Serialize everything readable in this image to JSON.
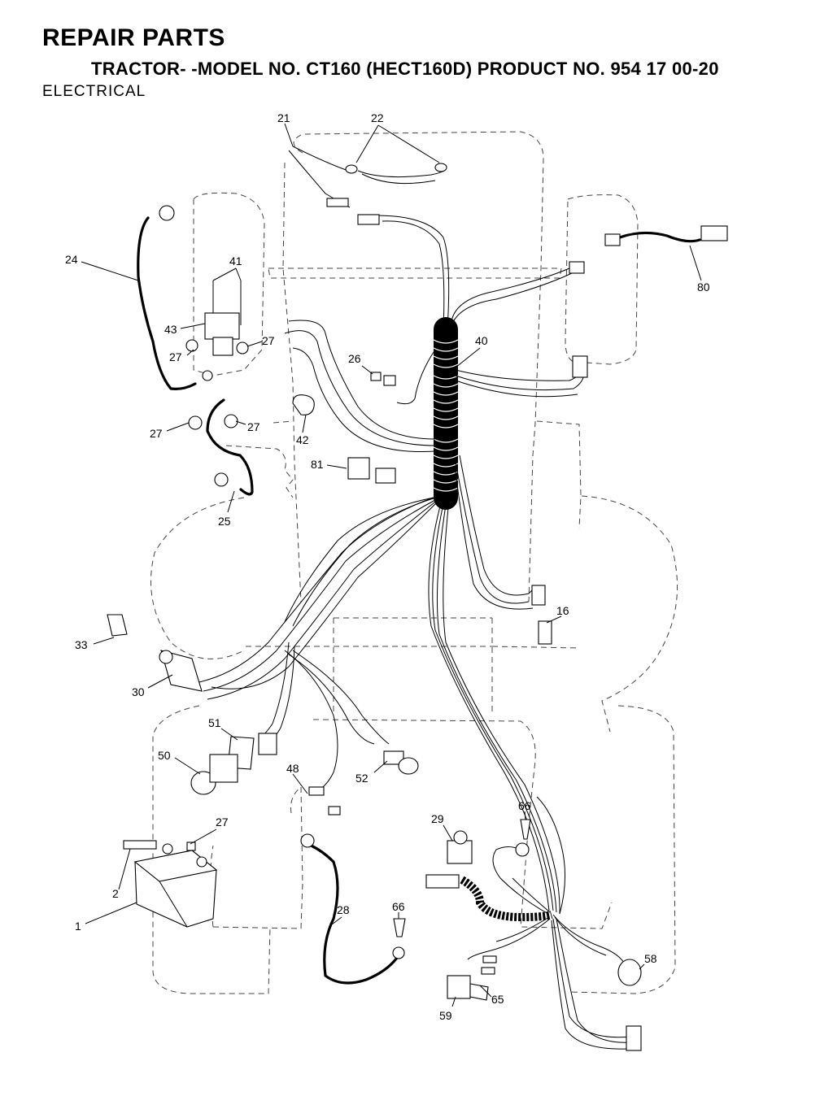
{
  "header": {
    "title": "REPAIR PARTS",
    "subtitle": "TRACTOR- -MODEL NO. CT160 (HECT160D) PRODUCT NO. 954 17 00-20",
    "section": "ELECTRICAL"
  },
  "callouts": {
    "c21": "21",
    "c22": "22",
    "c24": "24",
    "c41": "41",
    "c80": "80",
    "c43": "43",
    "c27a": "27",
    "c27b": "27",
    "c40": "40",
    "c26": "26",
    "c27c": "27",
    "c27d": "27",
    "c42": "42",
    "c81": "81",
    "c25": "25",
    "c16": "16",
    "c33": "33",
    "c30": "30",
    "c51": "51",
    "c50": "50",
    "c48": "48",
    "c52": "52",
    "c66a": "66",
    "c29": "29",
    "c27e": "27",
    "c2": "2",
    "c28": "28",
    "c66b": "66",
    "c1": "1",
    "c58": "58",
    "c65": "65",
    "c59": "59"
  }
}
